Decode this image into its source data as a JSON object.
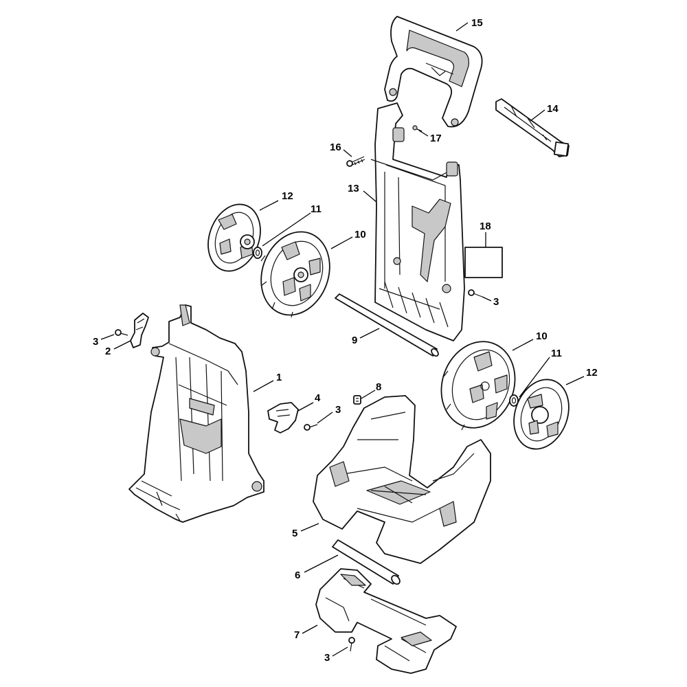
{
  "callouts": [
    {
      "id": "15",
      "text": "15"
    },
    {
      "id": "14",
      "text": "14"
    },
    {
      "id": "17",
      "text": "17"
    },
    {
      "id": "16",
      "text": "16"
    },
    {
      "id": "13",
      "text": "13"
    },
    {
      "id": "12a",
      "text": "12"
    },
    {
      "id": "11a",
      "text": "11"
    },
    {
      "id": "10a",
      "text": "10"
    },
    {
      "id": "18",
      "text": "18"
    },
    {
      "id": "3a",
      "text": "3"
    },
    {
      "id": "9",
      "text": "9"
    },
    {
      "id": "3b",
      "text": "3"
    },
    {
      "id": "2",
      "text": "2"
    },
    {
      "id": "1",
      "text": "1"
    },
    {
      "id": "10b",
      "text": "10"
    },
    {
      "id": "11b",
      "text": "11"
    },
    {
      "id": "12b",
      "text": "12"
    },
    {
      "id": "8",
      "text": "8"
    },
    {
      "id": "4",
      "text": "4"
    },
    {
      "id": "3c",
      "text": "3"
    },
    {
      "id": "5",
      "text": "5"
    },
    {
      "id": "6",
      "text": "6"
    },
    {
      "id": "7",
      "text": "7"
    },
    {
      "id": "3d",
      "text": "3"
    }
  ]
}
